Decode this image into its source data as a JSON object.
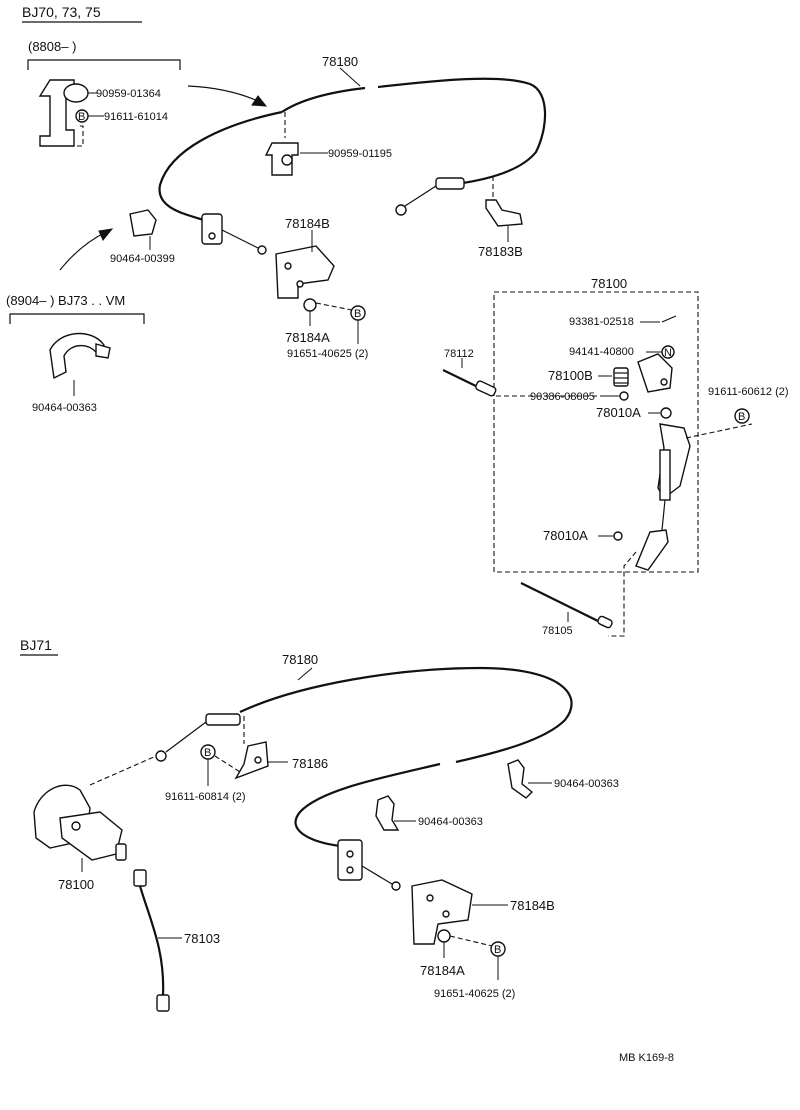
{
  "sections": {
    "top": {
      "header": "BJ70, 73, 75",
      "date_note_a": "(8808–       )",
      "date_note_b": "(8904–      ) BJ73 . . VM",
      "labels": {
        "cable": "78180",
        "clip_a": "90959-01364",
        "bolt_a": "91611-61014",
        "clip_b": "90959-01195",
        "clamp_a": "90464-00399",
        "clamp_b": "90464-00363",
        "bracket_b": "78184B",
        "bracket_c": "78183B",
        "stopper": "78184A",
        "bolt_b": "91651-40625 (2)"
      }
    },
    "pedal_assy": {
      "label": "78100",
      "parts": {
        "pin": "93381-02518",
        "nut": "94141-40800",
        "spring": "78100B",
        "washer": "90386-08005",
        "bushing_upper": "78010A",
        "bushing_lower": "78010A",
        "bolt": "91611-60612 (2)",
        "rod_a": "78112",
        "rod_b": "78105"
      }
    },
    "bottom": {
      "header": "BJ71",
      "labels": {
        "cable": "78180",
        "bracket_a": "78186",
        "bolt_a": "91611-60814 (2)",
        "clamp_a": "90464-00363",
        "clamp_b": "90464-00363",
        "pedal": "78100",
        "rod": "78103",
        "bracket_b": "78184B",
        "stopper": "78184A",
        "bolt_b": "91651-40625 (2)"
      }
    }
  },
  "footer": {
    "code": "MB  K169-8"
  },
  "markers": {
    "bolt_symbol": "B",
    "nut_symbol": "N"
  }
}
